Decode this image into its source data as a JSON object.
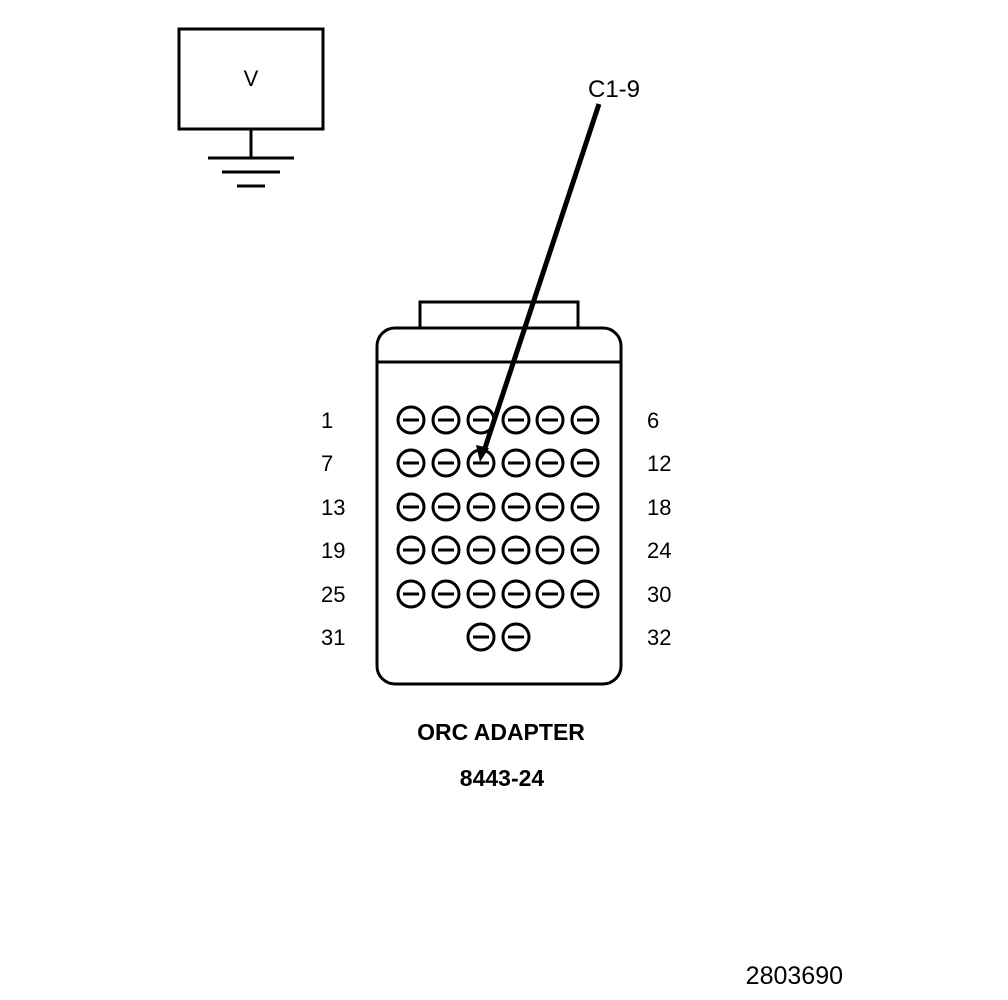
{
  "meter": {
    "label": "V",
    "icon": "voltmeter-icon",
    "ground_icon": "ground-symbol-icon"
  },
  "probe": {
    "label": "C1-9",
    "target_pin": 9
  },
  "connector": {
    "pin_rows": [
      {
        "left_label": "1",
        "right_label": "6",
        "pins": [
          1,
          2,
          3,
          4,
          5,
          6
        ]
      },
      {
        "left_label": "7",
        "right_label": "12",
        "pins": [
          7,
          8,
          9,
          10,
          11,
          12
        ]
      },
      {
        "left_label": "13",
        "right_label": "18",
        "pins": [
          13,
          14,
          15,
          16,
          17,
          18
        ]
      },
      {
        "left_label": "19",
        "right_label": "24",
        "pins": [
          19,
          20,
          21,
          22,
          23,
          24
        ]
      },
      {
        "left_label": "25",
        "right_label": "30",
        "pins": [
          25,
          26,
          27,
          28,
          29,
          30
        ]
      },
      {
        "left_label": "31",
        "right_label": "32",
        "pins": [
          31,
          32
        ]
      }
    ]
  },
  "caption": {
    "title": "ORC ADAPTER",
    "part_number": "8443-24"
  },
  "figure_id": "2803690",
  "colors": {
    "line": "#000000",
    "background": "#ffffff"
  }
}
